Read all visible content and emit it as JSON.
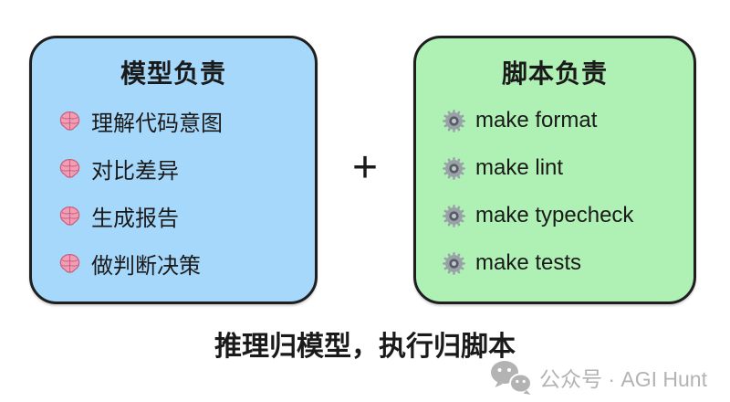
{
  "left_box": {
    "title": "模型负责",
    "items": [
      "理解代码意图",
      "对比差异",
      "生成报告",
      "做判断决策"
    ]
  },
  "plus_sign": "+",
  "right_box": {
    "title": "脚本负责",
    "items": [
      "make format",
      "make lint",
      "make typecheck",
      "make tests"
    ]
  },
  "caption": "推理归模型，执行归脚本",
  "footer": {
    "label": "公众号 · AGI Hunt"
  },
  "icons": {
    "left_items": "brain-icon",
    "right_items": "gear-icon",
    "footer": "wechat-icon"
  },
  "colors": {
    "model_box_fill": "#a6d8fb",
    "script_box_fill": "#aff0b5",
    "box_border": "#1f1f1f",
    "text": "#1a1a1a",
    "footer_text": "#b3b3b3",
    "brain_fill": "#f29db6",
    "brain_stroke": "#c9607e",
    "gear_fill": "#9aa0a8"
  }
}
